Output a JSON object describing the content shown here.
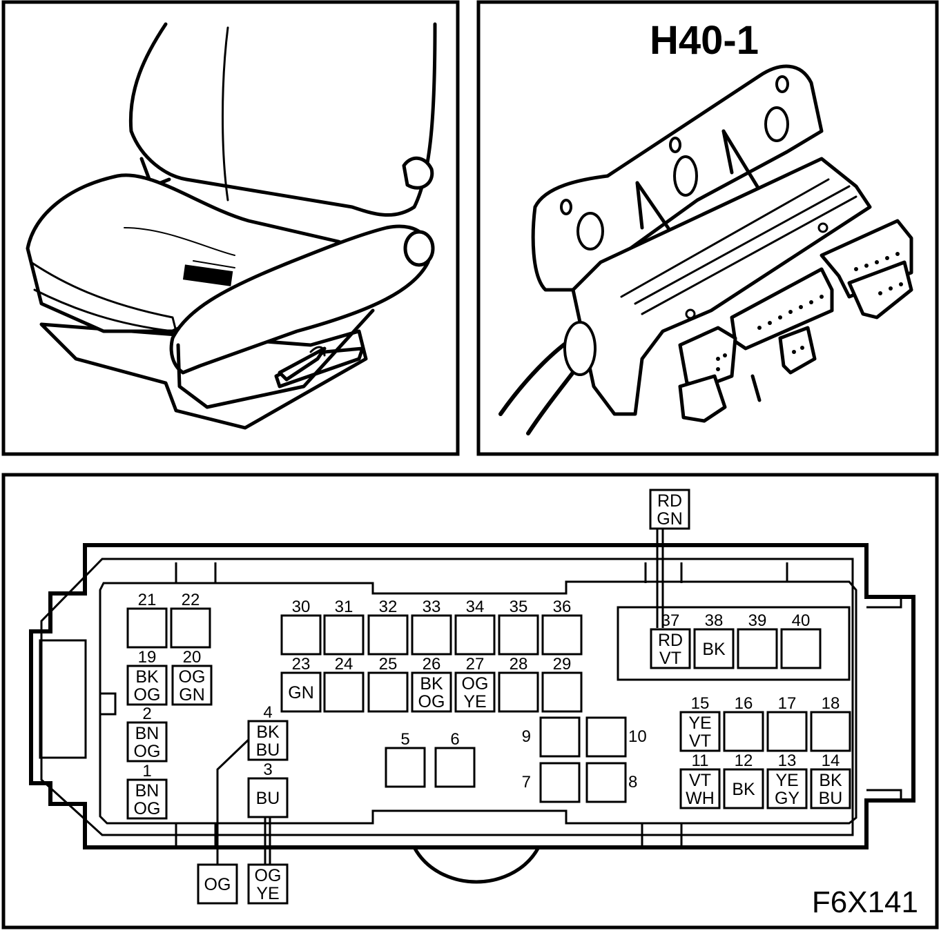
{
  "connector_title": "H40-1",
  "figure_code": "F6X141",
  "upper_pins": [
    {
      "num": "21",
      "colors": []
    },
    {
      "num": "22",
      "colors": []
    },
    {
      "num": "19",
      "colors": [
        "BK",
        "OG"
      ]
    },
    {
      "num": "20",
      "colors": [
        "OG",
        "GN"
      ]
    },
    {
      "num": "2",
      "colors": [
        "BN",
        "OG"
      ]
    },
    {
      "num": "1",
      "colors": [
        "BN",
        "OG"
      ]
    },
    {
      "num": "4",
      "colors": [
        "BK",
        "BU"
      ]
    },
    {
      "num": "3",
      "colors": [
        "BU"
      ]
    },
    {
      "num": "30",
      "colors": []
    },
    {
      "num": "31",
      "colors": []
    },
    {
      "num": "32",
      "colors": []
    },
    {
      "num": "33",
      "colors": []
    },
    {
      "num": "34",
      "colors": []
    },
    {
      "num": "35",
      "colors": []
    },
    {
      "num": "36",
      "colors": []
    },
    {
      "num": "23",
      "colors": [
        "GN"
      ]
    },
    {
      "num": "24",
      "colors": []
    },
    {
      "num": "25",
      "colors": []
    },
    {
      "num": "26",
      "colors": [
        "BK",
        "OG"
      ]
    },
    {
      "num": "27",
      "colors": [
        "OG",
        "YE"
      ]
    },
    {
      "num": "28",
      "colors": []
    },
    {
      "num": "29",
      "colors": []
    },
    {
      "num": "5",
      "colors": []
    },
    {
      "num": "6",
      "colors": []
    },
    {
      "num": "9",
      "colors": []
    },
    {
      "num": "10",
      "colors": []
    },
    {
      "num": "7",
      "colors": []
    },
    {
      "num": "8",
      "colors": []
    },
    {
      "num": "37",
      "colors": [
        "RD",
        "VT"
      ]
    },
    {
      "num": "38",
      "colors": [
        "BK"
      ]
    },
    {
      "num": "39",
      "colors": []
    },
    {
      "num": "40",
      "colors": []
    },
    {
      "num": "15",
      "colors": [
        "YE",
        "VT"
      ]
    },
    {
      "num": "16",
      "colors": []
    },
    {
      "num": "17",
      "colors": []
    },
    {
      "num": "18",
      "colors": []
    },
    {
      "num": "11",
      "colors": [
        "VT",
        "WH"
      ]
    },
    {
      "num": "12",
      "colors": [
        "BK"
      ]
    },
    {
      "num": "13",
      "colors": [
        "YE",
        "GY"
      ]
    },
    {
      "num": "14",
      "colors": [
        "BK",
        "BU"
      ]
    }
  ],
  "wire_callouts": [
    {
      "colors": [
        "RD",
        "GN"
      ]
    },
    {
      "colors": [
        "OG"
      ]
    },
    {
      "colors": [
        "OG",
        "YE"
      ]
    }
  ]
}
